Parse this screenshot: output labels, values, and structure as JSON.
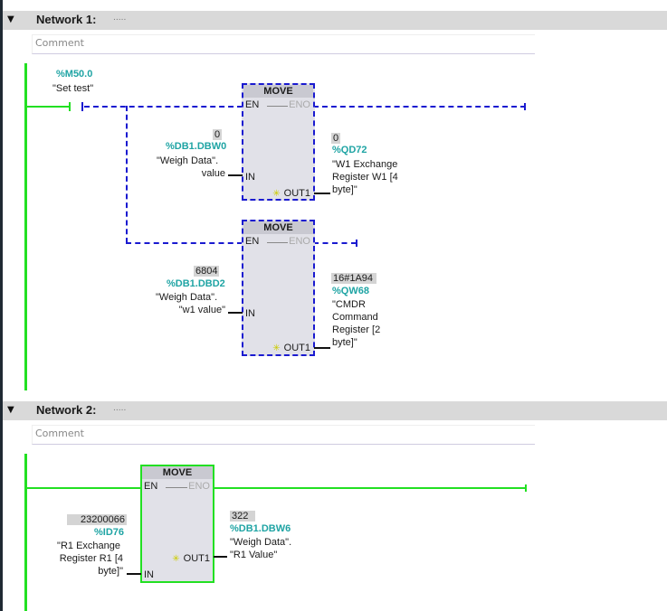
{
  "networks": [
    {
      "title": "Network 1:",
      "dots": ".....",
      "comment": "Comment",
      "contact": {
        "address": "%M50.0",
        "symbol": "\"Set test\""
      },
      "blocks": [
        {
          "name": "MOVE",
          "en": "EN",
          "eno": "ENO",
          "in": "IN",
          "out": "OUT1",
          "input": {
            "value": "0",
            "address": "%DB1.DBW0",
            "symbol_line1": "\"Weigh Data\".",
            "symbol_line2": "value"
          },
          "output": {
            "value": "0",
            "address": "%QD72",
            "symbol_lines": [
              "\"W1 Exchange",
              "Register W1 [4",
              "byte]\""
            ]
          }
        },
        {
          "name": "MOVE",
          "en": "EN",
          "eno": "ENO",
          "in": "IN",
          "out": "OUT1",
          "input": {
            "value": "6804",
            "address": "%DB1.DBD2",
            "symbol_line1": "\"Weigh Data\".",
            "symbol_line2": "\"w1 value\""
          },
          "output": {
            "value": "16#1A94",
            "address": "%QW68",
            "symbol_lines": [
              "\"CMDR",
              "Command",
              "Register [2",
              "byte]\""
            ]
          }
        }
      ]
    },
    {
      "title": "Network 2:",
      "dots": ".....",
      "comment": "Comment",
      "blocks": [
        {
          "name": "MOVE",
          "en": "EN",
          "eno": "ENO",
          "in": "IN",
          "out": "OUT1",
          "input": {
            "value": "23200066",
            "address": "%ID76",
            "symbol_lines": [
              "\"R1 Exchange",
              "Register R1 [4",
              "byte]\""
            ]
          },
          "output": {
            "value": "322",
            "address": "%DB1.DBW6",
            "symbol_line1": "\"Weigh Data\".",
            "symbol_line2": "\"R1 Value\""
          }
        }
      ]
    }
  ],
  "icons": {
    "collapse": "▼",
    "new_value": "✳"
  }
}
